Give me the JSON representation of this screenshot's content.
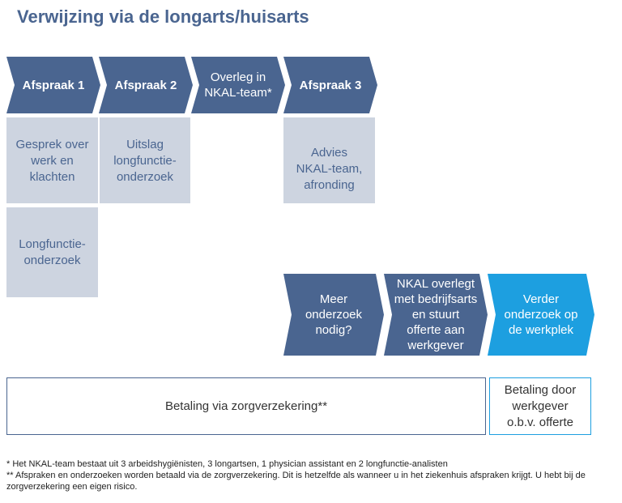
{
  "title": "Verwijzing via de longarts/huisarts",
  "steps": [
    {
      "label": "Afspraak 1"
    },
    {
      "label": "Afspraak 2"
    },
    {
      "label": "Overleg in NKAL-team*"
    },
    {
      "label": "Afspraak 3"
    }
  ],
  "step_details": [
    {
      "text": "Gesprek over werk en klachten"
    },
    {
      "text": "Longfunctie-onderzoek"
    },
    {
      "text": "Uitslag longfunctie-onderzoek"
    },
    {
      "text": "Advies NKAL-team, afronding"
    }
  ],
  "followup": [
    {
      "label": "Meer onderzoek nodig?"
    },
    {
      "label": "NKAL overlegt met bedrijfsarts en stuurt offerte aan werkgever"
    },
    {
      "label": "Verder onderzoek op de werkplek"
    }
  ],
  "payment": {
    "insurance": "Betaling via zorgverzekering**",
    "employer": "Betaling door werkgever o.b.v. offerte"
  },
  "footnotes": [
    "* Het NKAL-team bestaat uit 3 arbeidshygiënisten, 3 longartsen, 1 physician assistant en 2 longfunctie-analisten",
    "** Afspraken en onderzoeken worden betaald via de zorgverzekering. Dit is hetzelfde als wanneer u in het ziekenhuis afspraken krijgt. U hebt bij de zorgverzekering een eigen risico."
  ],
  "colors": {
    "dark_blue": "#4a6590",
    "light_blue": "#1d9fe0",
    "pale_box": "#cdd4e0"
  }
}
